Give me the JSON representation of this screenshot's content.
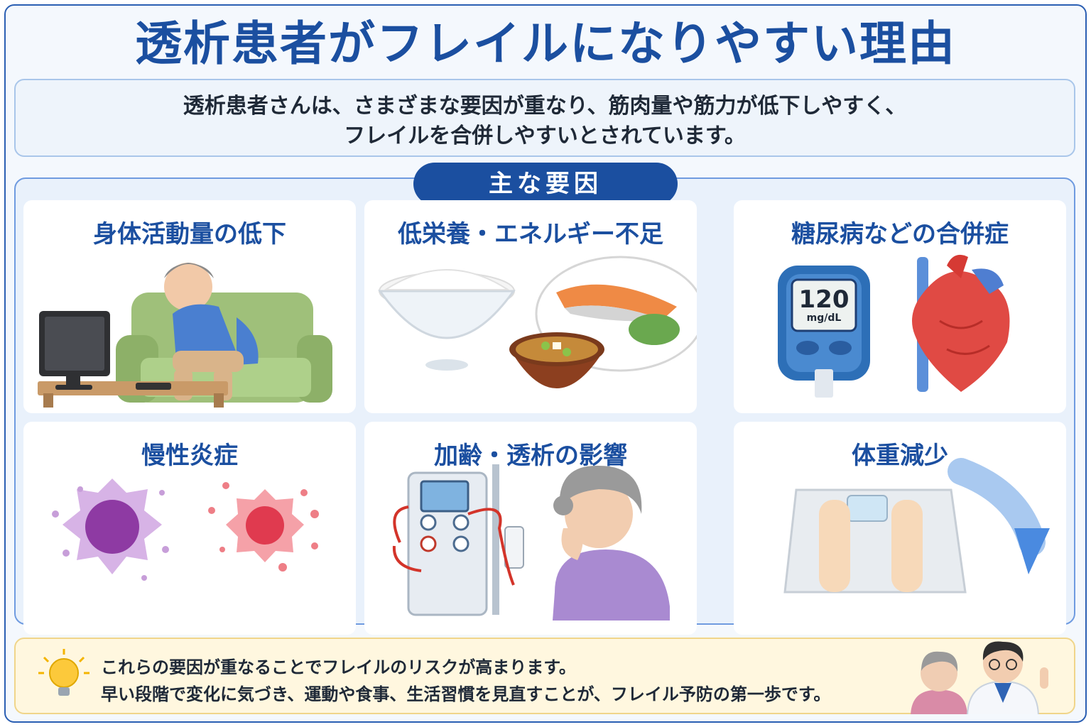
{
  "header": {
    "title": "透析患者がフレイルになりやすい理由"
  },
  "intro": {
    "line1": "透析患者さんは、さまざまな要因が重なり、筋肉量や筋力が低下しやすく、",
    "line2": "フレイルを合併しやすいとされています。"
  },
  "section": {
    "badge": "主な要因",
    "factors": [
      {
        "title": "身体活動量の低下",
        "icon": "sitting-elderly-man-tv"
      },
      {
        "title": "低栄養・エネルギー不足",
        "icon": "rice-fish-miso-meal"
      },
      {
        "title": "糖尿病などの合併症",
        "icon": "glucose-meter-heart"
      },
      {
        "title": "慢性炎症",
        "icon": "inflammatory-cells"
      },
      {
        "title": "加齢・透析の影響",
        "icon": "dialysis-machine-elderly-woman"
      },
      {
        "title": "体重減少",
        "icon": "feet-on-scale-down-arrow"
      }
    ],
    "meter": {
      "value": "120",
      "unit": "mg/dL"
    }
  },
  "footer": {
    "line1": "これらの要因が重なることでフレイルのリスクが高まります。",
    "line2": "早い段階で変化に気づき、運動や食事、生活習慣を見直すことが、フレイル予防の第一歩です。",
    "icon": "lightbulb-icon"
  },
  "colors": {
    "primary": "#1b4fa0",
    "panel_border": "#6f9be0",
    "footer_bg": "#fff7df"
  }
}
